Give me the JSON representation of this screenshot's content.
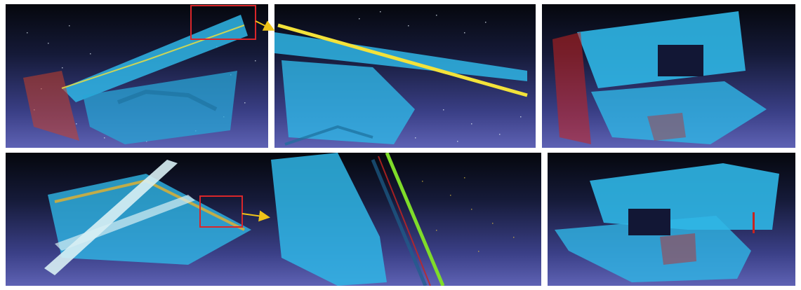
{
  "figure": {
    "panels": [
      {
        "id": "top-left",
        "content": "raw-point-cloud-with-outliers"
      },
      {
        "id": "top-middle",
        "content": "zoomed-detail"
      },
      {
        "id": "top-right",
        "content": "cleaned-point-cloud"
      },
      {
        "id": "bottom-left",
        "content": "raw-point-cloud-with-outliers"
      },
      {
        "id": "bottom-middle",
        "content": "zoomed-detail"
      },
      {
        "id": "bottom-right",
        "content": "cleaned-point-cloud"
      }
    ],
    "colors": {
      "cyan": "#2fb6e6",
      "white": "#e6eef7",
      "yellow": "#f3e23a",
      "red": "#c8231f",
      "green": "#7fdc2a",
      "highlight_box": "#d9262a",
      "arrow": "#f0c419"
    }
  }
}
